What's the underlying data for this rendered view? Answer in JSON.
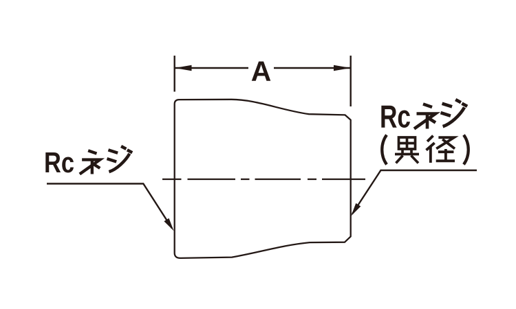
{
  "canvas": {
    "background": "#ffffff",
    "ink": "#231815"
  },
  "drawing": {
    "dimension_label": "A",
    "left_label": {
      "full_text": "Rcネジ",
      "latin": "Rc",
      "kana": "ネジ"
    },
    "right_label": {
      "full_text": "Rcネジ（異径）",
      "line1": "Rcネジ",
      "line2": "（異径）",
      "latin": "Rc",
      "kana": "ネジ"
    }
  }
}
